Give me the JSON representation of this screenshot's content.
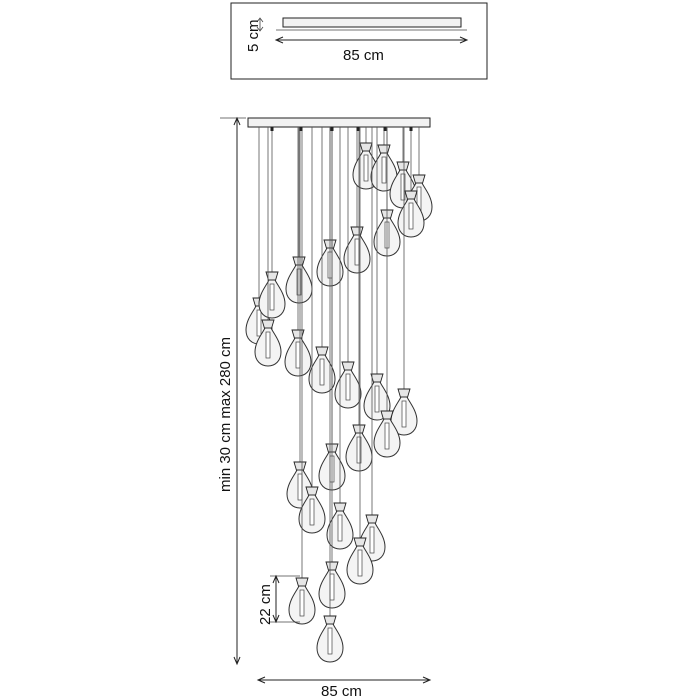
{
  "top_view": {
    "height_label": "5 cm",
    "width_label": "85 cm"
  },
  "side_view": {
    "drop_label": "min 30 cm max 280 cm",
    "shade_label": "22 cm",
    "width_label": "85 cm"
  }
}
